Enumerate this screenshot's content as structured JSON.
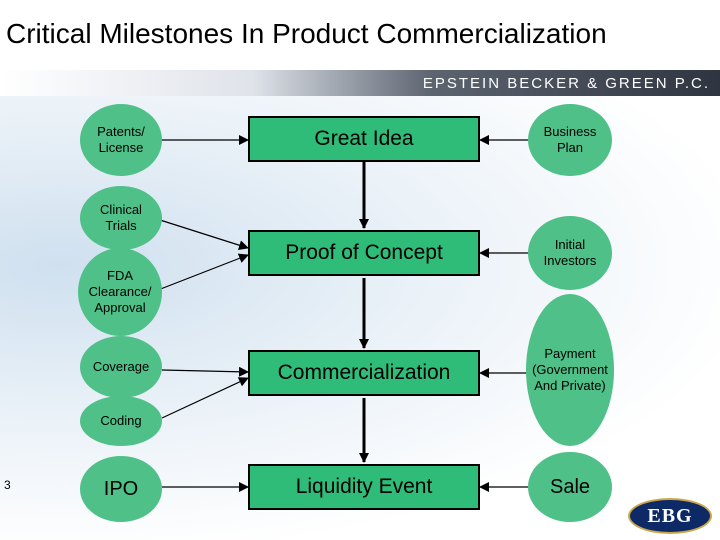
{
  "slide": {
    "title": "Critical Milestones In Product Commercialization",
    "firm_name": "EPSTEIN BECKER & GREEN P.C.",
    "page_number": "3",
    "logo_text": "EBG"
  },
  "left_items": [
    {
      "label": "Patents/\nLicense"
    },
    {
      "label": "Clinical\nTrials"
    },
    {
      "label": "FDA\nClearance/\nApproval"
    },
    {
      "label": "Coverage"
    },
    {
      "label": "Coding"
    },
    {
      "label": "IPO"
    }
  ],
  "center_stages": [
    {
      "label": "Great Idea"
    },
    {
      "label": "Proof of Concept"
    },
    {
      "label": "Commercialization"
    },
    {
      "label": "Liquidity Event"
    }
  ],
  "right_items": [
    {
      "label": "Business\nPlan"
    },
    {
      "label": "Initial\nInvestors"
    },
    {
      "label": "Payment\n(Government\nAnd Private)"
    },
    {
      "label": "Sale"
    }
  ],
  "colors": {
    "ellipse_fill": "#4ec088",
    "box_fill": "#2fbc78",
    "logo_fill": "#0e2a66"
  }
}
